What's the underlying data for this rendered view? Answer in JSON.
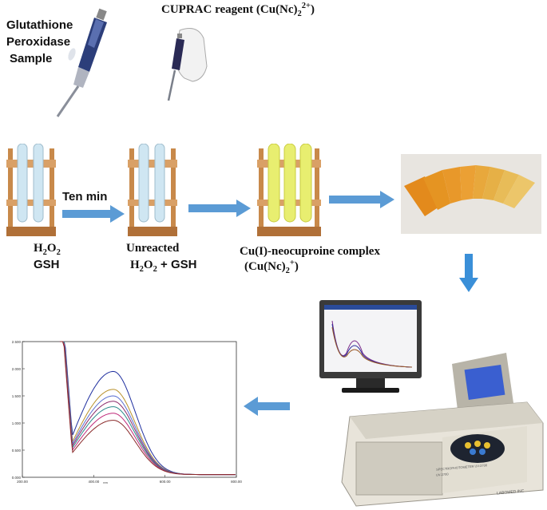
{
  "labels": {
    "sample_line1": "Glutathione",
    "sample_line2": "Peroxidase",
    "sample_line3": "Sample",
    "reagent_prefix": "CUPRAC reagent (Cu(Nc)",
    "reagent_sub": "2",
    "reagent_sup": "2+",
    "reagent_suffix": ")",
    "step_time": "Ten min",
    "h2o2_prefix": "H",
    "h2o2_sub1": "2",
    "h2o2_mid": "O",
    "h2o2_sub2": "2",
    "gsh": "GSH",
    "unreacted": "Unreacted",
    "unreacted2_prefix": "H",
    "unreacted2_sub1": "2",
    "unreacted2_mid": "O",
    "unreacted2_sub2": "2",
    "unreacted2_suffix": " + GSH",
    "complex_line1": "Cu(I)-neocuproine complex",
    "complex_line2_prefix": "(Cu(Nc)",
    "complex_line2_sub": "2",
    "complex_line2_sup": "+",
    "complex_line2_suffix": ")",
    "instrument_brand": "SPECTROPHOTOMETER UV-2700",
    "instrument_model": "UV-2700",
    "instrument_badge": "LABOMED INC"
  },
  "colors": {
    "arrow": "#5b9bd5",
    "rack_wood": "#d9a066",
    "rack_dark": "#a86a2e",
    "tube_clear": "#cfe6f2",
    "tube_yellow": "#e8ee70"
  },
  "chart_data": {
    "type": "line",
    "x_ticks": [
      "200.00",
      "400.00",
      "600.00",
      "800.00"
    ],
    "y_ticks": [
      "0.000",
      "0.500",
      "1.000",
      "1.500",
      "2.000",
      "2.500"
    ],
    "xlabel": "nm",
    "xlim": [
      200,
      800
    ],
    "ylim": [
      0,
      2.5
    ],
    "grid": false,
    "legend": "none",
    "series_colors": [
      "#1f2f9f",
      "#b8902a",
      "#5a6fd0",
      "#8a2a6a",
      "#2a8a8a",
      "#c02a7a",
      "#8a2a2a"
    ],
    "peak_values": [
      1.95,
      1.62,
      1.5,
      1.4,
      1.3,
      1.18,
      1.05
    ]
  }
}
